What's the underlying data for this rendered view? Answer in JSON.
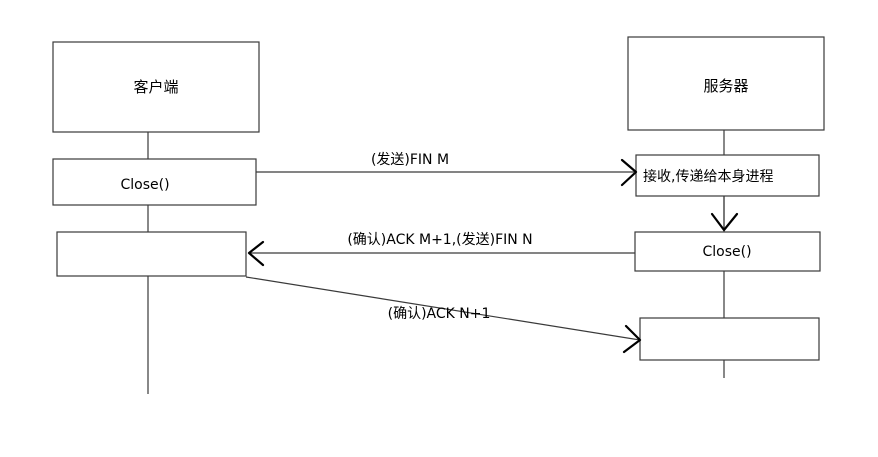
{
  "participants": {
    "client": "客户端",
    "server": "服务器"
  },
  "client_boxes": {
    "close": "Close()",
    "ack_wait": ""
  },
  "server_boxes": {
    "receive": "接收,传递给本身进程",
    "close": "Close()",
    "final": ""
  },
  "messages": [
    {
      "label": "(发送)FIN M",
      "from": "client",
      "to": "server"
    },
    {
      "label": "(确认)ACK M+1,(发送)FIN N",
      "from": "server",
      "to": "client"
    },
    {
      "label": "(确认)ACK N+1",
      "from": "client",
      "to": "server"
    }
  ],
  "colors": {
    "line": "#3a3a3a",
    "arrowhead": "#000000",
    "text": "#000000"
  }
}
